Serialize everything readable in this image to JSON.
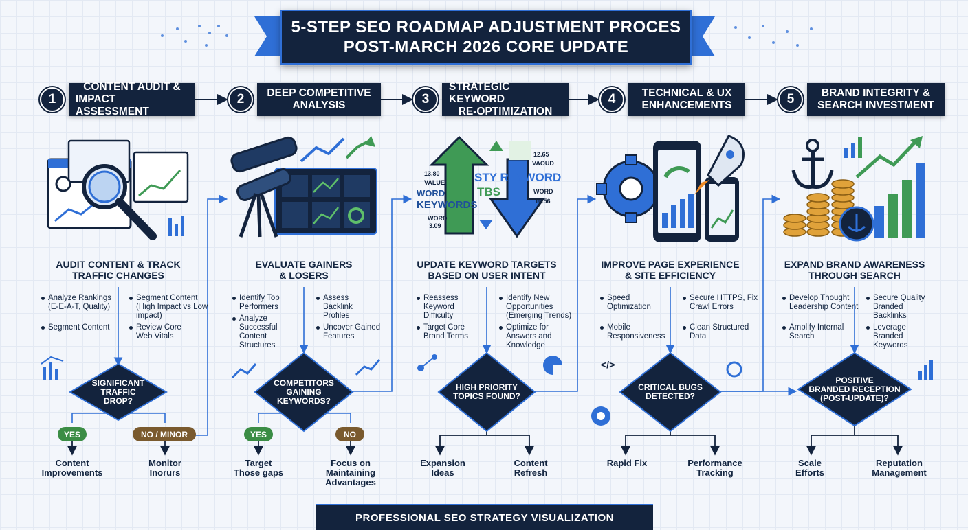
{
  "title": {
    "line1": "5-STEP SEO ROADMAP ADJUSTMENT PROCES",
    "line2": "POST-MARCH 2026 CORE UPDATE"
  },
  "steps": [
    {
      "num": "1",
      "label1": "CONTENT AUDIT &",
      "label2": "IMPACT ASSESSMENT",
      "heading1": "AUDIT CONTENT & TRACK",
      "heading2": "TRAFFIC CHANGES",
      "bullets": [
        "Analyze Rankings (E-E-A-T, Quality)",
        "Segment Content",
        "Segment Content (High Impact vs Low impact)",
        "Review Core Web Vitals"
      ],
      "decision": [
        "SIGNIFICANT",
        "TRAFFIC",
        "DROP?"
      ],
      "yes": "YES",
      "no": "NO / MINOR",
      "out1": [
        "Content",
        "Improvements"
      ],
      "out2": [
        "Monitor",
        "Inorurs"
      ]
    },
    {
      "num": "2",
      "label1": "DEEP COMPETITIVE",
      "label2": "ANALYSIS",
      "heading1": "EVALUATE GAINERS",
      "heading2": "& LOSERS",
      "bullets": [
        "Identify Top Performers",
        "Analyze Successful Content Structures",
        "Assess Backlink Profiles",
        "Uncover Gained Features"
      ],
      "decision": [
        "COMPETITORS",
        "GAINING",
        "KEYWORDS?"
      ],
      "yes": "YES",
      "no": "NO",
      "out1": [
        "Target",
        "Those gaps"
      ],
      "out2": [
        "Focus on",
        "Maintaining",
        "Advantages"
      ]
    },
    {
      "num": "3",
      "label1": "STRATEGIC KEYWORD",
      "label2": "RE-OPTIMIZATION",
      "heading1": "UPDATE KEYWORD TARGETS",
      "heading2": "BASED ON USER INTENT",
      "bullets": [
        "Reassess Keyword Difficulty",
        "Target Core Brand Terms",
        "Identify New Opportunities (Emerging Trends)",
        "Optimize for Answers and Knowledge"
      ],
      "decision": [
        "HIGH PRIORITY",
        "TOPICS FOUND?"
      ],
      "out1": [
        "Expansion",
        "Ideas"
      ],
      "out2": [
        "Content",
        "Refresh"
      ]
    },
    {
      "num": "4",
      "label1": "TECHNICAL & UX",
      "label2": "ENHANCEMENTS",
      "heading1": "IMPROVE PAGE EXPERIENCE",
      "heading2": "& SITE EFFICIENCY",
      "bullets": [
        "Speed Optimization",
        "Mobile Responsiveness",
        "Secure HTTPS, Fix Crawl Errors",
        "Clean Structured Data"
      ],
      "decision": [
        "CRITICAL BUGS",
        "DETECTED?"
      ],
      "out1": [
        "Rapid Fix"
      ],
      "out2": [
        "Performance",
        "Tracking"
      ]
    },
    {
      "num": "5",
      "label1": "BRAND INTEGRITY &",
      "label2": "SEARCH INVESTMENT",
      "heading1": "EXPAND BRAND AWARENESS",
      "heading2": "THROUGH SEARCH",
      "bullets": [
        "Develop Thought Leadership Content",
        "Amplify Internal Search",
        "Secure Quality Branded Backlinks",
        "Leverage Branded Keywords"
      ],
      "decision": [
        "POSITIVE",
        "BRANDED RECEPTION",
        "(POST-UPDATE)?"
      ],
      "out1": [
        "Scale",
        "Efforts"
      ],
      "out2": [
        "Reputation",
        "Management"
      ]
    }
  ],
  "keyword_graphic": {
    "t1": "STY REYWORD",
    "t2": "TBS",
    "t3": "WORD",
    "t4": "KEYWORDS",
    "n1": "13.80",
    "n1b": "VALUE",
    "n2": "12.65",
    "n2b": "VAOUD",
    "n3": "WORD",
    "n3b": "10.56",
    "n4": "WORD",
    "n4b": "3.09"
  },
  "code_icon": "</>",
  "footer": "PROFESSIONAL SEO STRATEGY VISUALIZATION",
  "colors": {
    "navy": "#13233d",
    "accent": "#2f6fd6",
    "yes": "#3b8d45",
    "no": "#7a5a2e",
    "green": "#3f9a55"
  },
  "icons": [
    "magnifier-icon",
    "telescope-icon",
    "keyword-arrows-icon",
    "gear-rocket-phone-icon",
    "anchor-coins-icon"
  ]
}
